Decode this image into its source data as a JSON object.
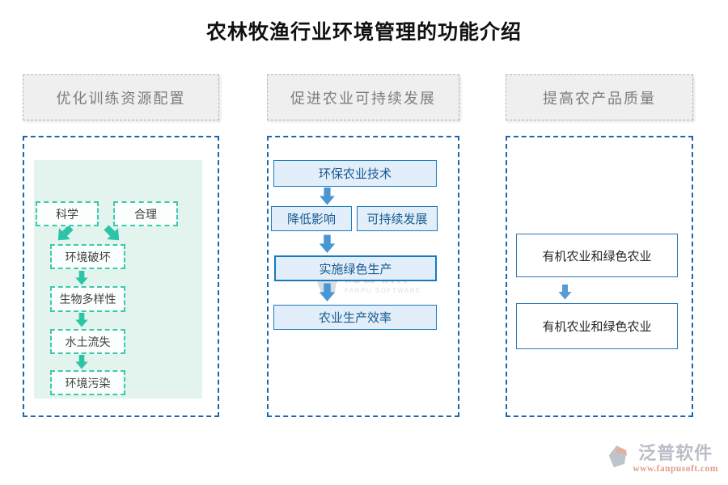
{
  "title": "农林牧渔行业环境管理的功能介绍",
  "columns": [
    {
      "header": "优化训练资源配置",
      "flow": {
        "inputs": [
          "科学",
          "合理"
        ],
        "chain": [
          "环境破坏",
          "生物多样性",
          "水土流失",
          "环境污染"
        ]
      }
    },
    {
      "header": "促进农业可持续发展",
      "flow": {
        "top": "环保农业技术",
        "branch_left": "降低影响",
        "branch_right": "可持续发展",
        "middle": "实施绿色生产",
        "bottom": "农业生产效率"
      }
    },
    {
      "header": "提高农产品质量",
      "flow": {
        "box1": "有机农业和绿色农业",
        "box2": "有机农业和绿色农业"
      }
    }
  ],
  "watermark": {
    "name": "泛普软件",
    "subtitle": "FANPU SOFTWARE"
  },
  "footer": {
    "brand": "泛普软件",
    "website": "www.fanpusoft.com"
  },
  "colors": {
    "outline_blue": "#1f66a8",
    "teal_arrow": "#2cc3a7",
    "teal_border": "#3cc9ae",
    "panel_green": "#e3f4ee",
    "node_blue_border": "#1879bd",
    "node_blue_bg": "#e2eefa",
    "node_blue_text": "#17598f",
    "arrow_blue": "#4a96d2",
    "arrow_blue_light": "#5b9bd5",
    "header_bg": "#efefef",
    "header_text": "#7d7d7d",
    "brand_gray": "#8f97a6",
    "brand_orange": "#cc5f41"
  }
}
